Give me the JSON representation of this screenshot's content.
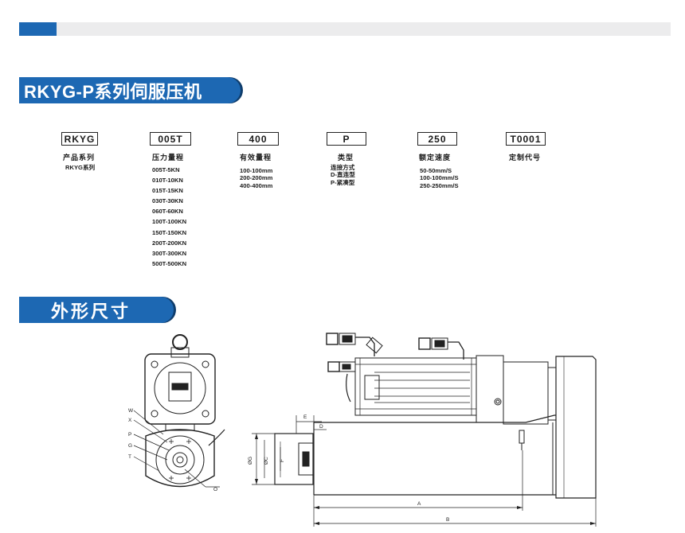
{
  "section1": {
    "title": "RKYG-P系列伺服压机"
  },
  "section2": {
    "title": "外形尺寸"
  },
  "model_code": [
    {
      "code": "RKYG",
      "label": "产品系列",
      "lines": [
        "RKYG系列"
      ]
    },
    {
      "code": "005T",
      "label": "压力量程",
      "lines": [
        "005T-5KN",
        "010T-10KN",
        "015T-15KN",
        "030T-30KN",
        "060T-60KN",
        "100T-100KN",
        "150T-150KN",
        "200T-200KN",
        "300T-300KN",
        "500T-500KN"
      ]
    },
    {
      "code": "400",
      "label": "有效量程",
      "lines": [
        "100-100mm",
        "200-200mm",
        "400-400mm"
      ]
    },
    {
      "code": "P",
      "label": "类型",
      "lines": [
        "连接方式",
        "D-直连型",
        "P-紧凑型"
      ]
    },
    {
      "code": "250",
      "label": "额定速度",
      "lines": [
        "50-50mm/S",
        "100-100mm/S",
        "250-250mm/S"
      ]
    },
    {
      "code": "T0001",
      "label": "定制代号",
      "lines": []
    }
  ],
  "drawing_labels": {
    "front_callouts": [
      "W",
      "X",
      "P",
      "G",
      "T",
      "O"
    ],
    "side_dims": [
      "E",
      "D",
      "A",
      "B",
      "ØG",
      "ØC",
      "F"
    ]
  },
  "colors": {
    "accent": "#1d68b3",
    "line": "#222222"
  }
}
